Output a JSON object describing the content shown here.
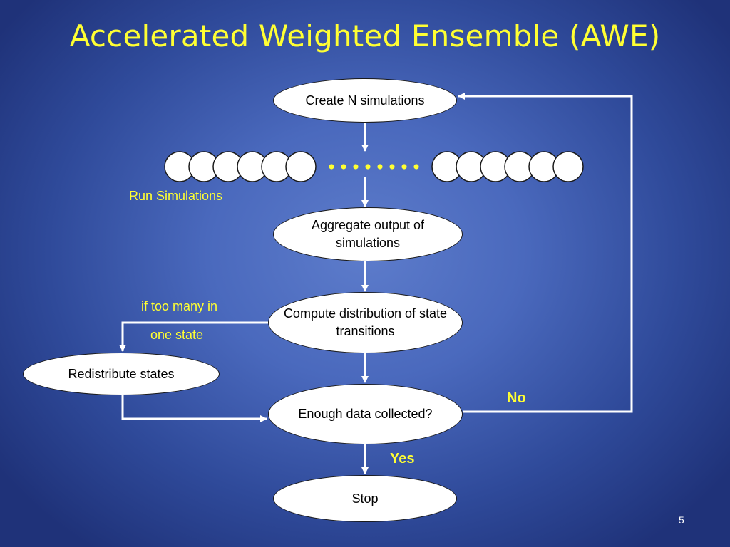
{
  "slide": {
    "title": "Accelerated Weighted Ensemble (AWE)",
    "page_number": "5"
  },
  "flowchart": {
    "nodes": {
      "create": "Create N simulations",
      "aggregate": "Aggregate output of simulations",
      "compute": "Compute distribution of state transitions",
      "redistribute": "Redistribute states",
      "enough": "Enough data collected?",
      "stop": "Stop"
    },
    "labels": {
      "run_simulations": "Run Simulations",
      "condition_line1": "if too many in",
      "condition_line2": "one state",
      "no": "No",
      "yes": "Yes"
    },
    "simulation_circles": {
      "left_group": 6,
      "right_group": 6,
      "ellipsis_dots": 8
    }
  },
  "colors": {
    "accent_text": "#ffff33",
    "lines": "#ffffff",
    "node_fill": "#ffffff",
    "node_border": "#1a1a1a"
  }
}
